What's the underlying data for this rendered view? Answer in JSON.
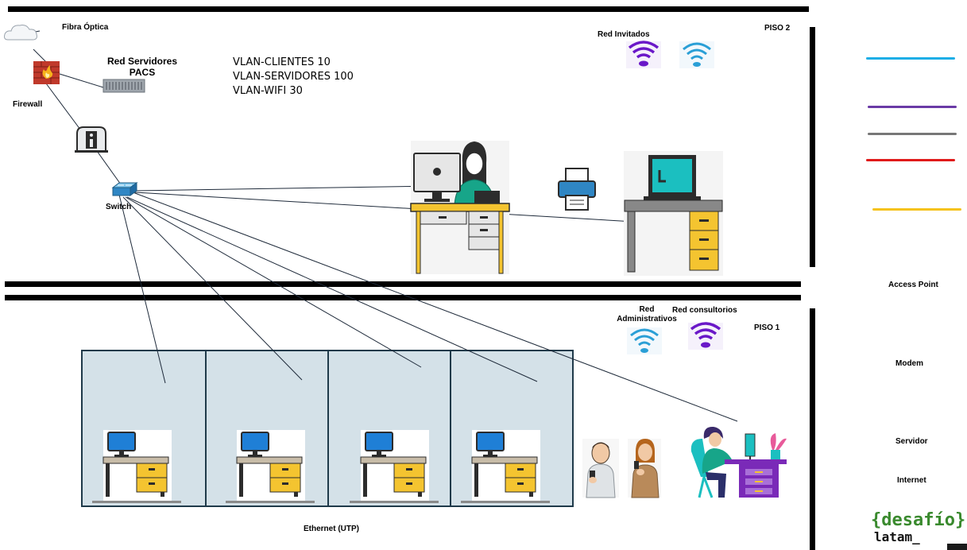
{
  "labels": {
    "fibra": "Fibra Óptica",
    "firewall": "Firewall",
    "red_servidores": "Red Servidores\nPACS",
    "switch": "Switch",
    "red_invitados": "Red Invitados",
    "piso2": "PISO 2",
    "piso1": "PISO 1",
    "red_admin": "Red\nAdministrativos",
    "red_consultorios": "Red consultorios",
    "ethernet": "Ethernet (UTP)"
  },
  "vlans": [
    "VLAN-CLIENTES 10",
    "VLAN-SERVIDORES 100",
    "VLAN-WIFI 30"
  ],
  "legend": [
    {
      "color": "#1eaee6",
      "label": "Access Point"
    },
    {
      "color": "#6a3aa6",
      "label": "Modem"
    },
    {
      "color": "#777777",
      "label": "Servidor"
    },
    {
      "color": "#e01b1b",
      "label": "Internet"
    },
    {
      "color": "#f5c21b",
      "label": ""
    }
  ],
  "brand": {
    "line1": "{desafío}",
    "line2": "latam_"
  },
  "colors": {
    "cubicle": "#d4e1e8",
    "wifi_blue": "#2a9fd6",
    "wifi_purple": "#6a18c8",
    "desk_yellow": "#f4c430",
    "monitor_blue": "#1f7fd6"
  }
}
